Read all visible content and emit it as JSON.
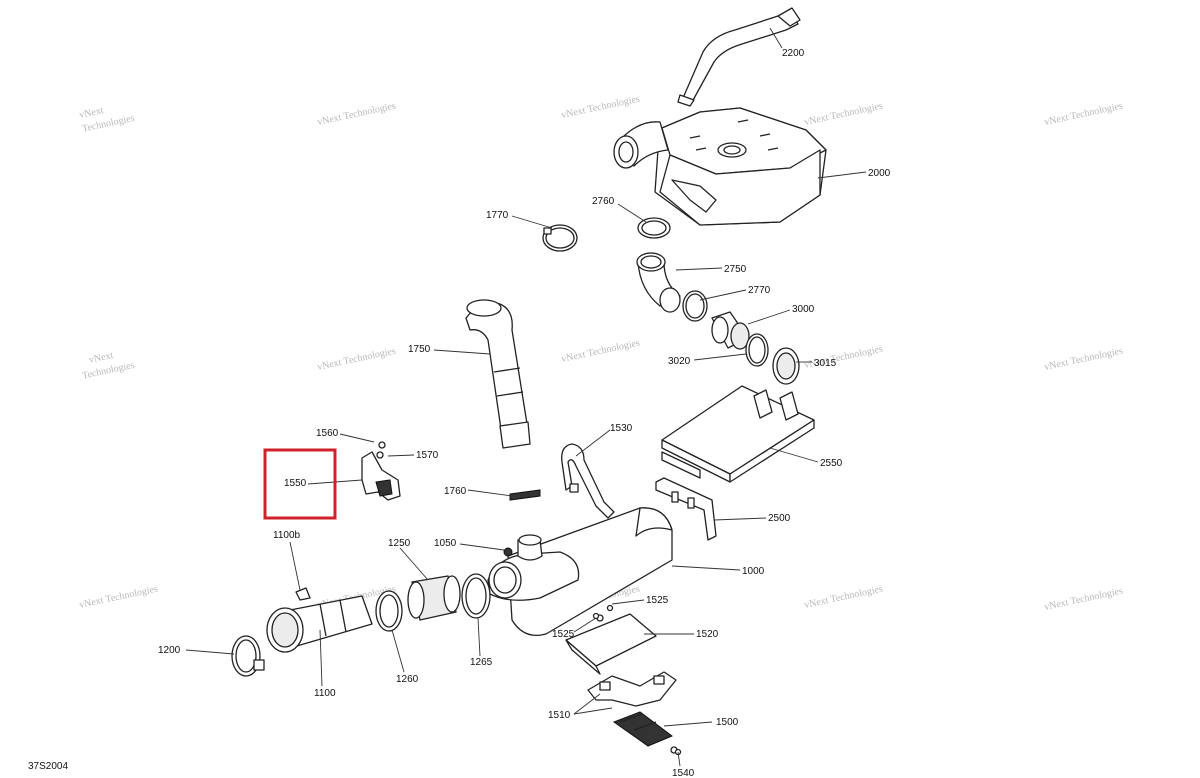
{
  "watermark": {
    "line1": "vNext Technologies",
    "line2": "Technologies",
    "line_alt": "vNext"
  },
  "callouts": {
    "c2200": "2200",
    "c2000": "2000",
    "c2760": "2760",
    "c1770": "1770",
    "c2750": "2750",
    "c2770": "2770",
    "c3000": "3000",
    "c1750": "1750",
    "c3020": "3020",
    "c3015": "3015",
    "c1560": "1560",
    "c1570": "1570",
    "c1530": "1530",
    "c2550": "2550",
    "c1550": "1550",
    "c1760": "1760",
    "c2500": "2500",
    "c1100b": "1100b",
    "c1250": "1250",
    "c1050": "1050",
    "c1000": "1000",
    "c1525a": "1525",
    "c1525b": "1525",
    "c1520": "1520",
    "c1200": "1200",
    "c1260": "1260",
    "c1265": "1265",
    "c1100": "1100",
    "c1510": "1510",
    "c1500": "1500",
    "c1540": "1540"
  },
  "highlight": {
    "part": "1550",
    "color": "#d0202a"
  },
  "diagram_ref": "37S2004"
}
